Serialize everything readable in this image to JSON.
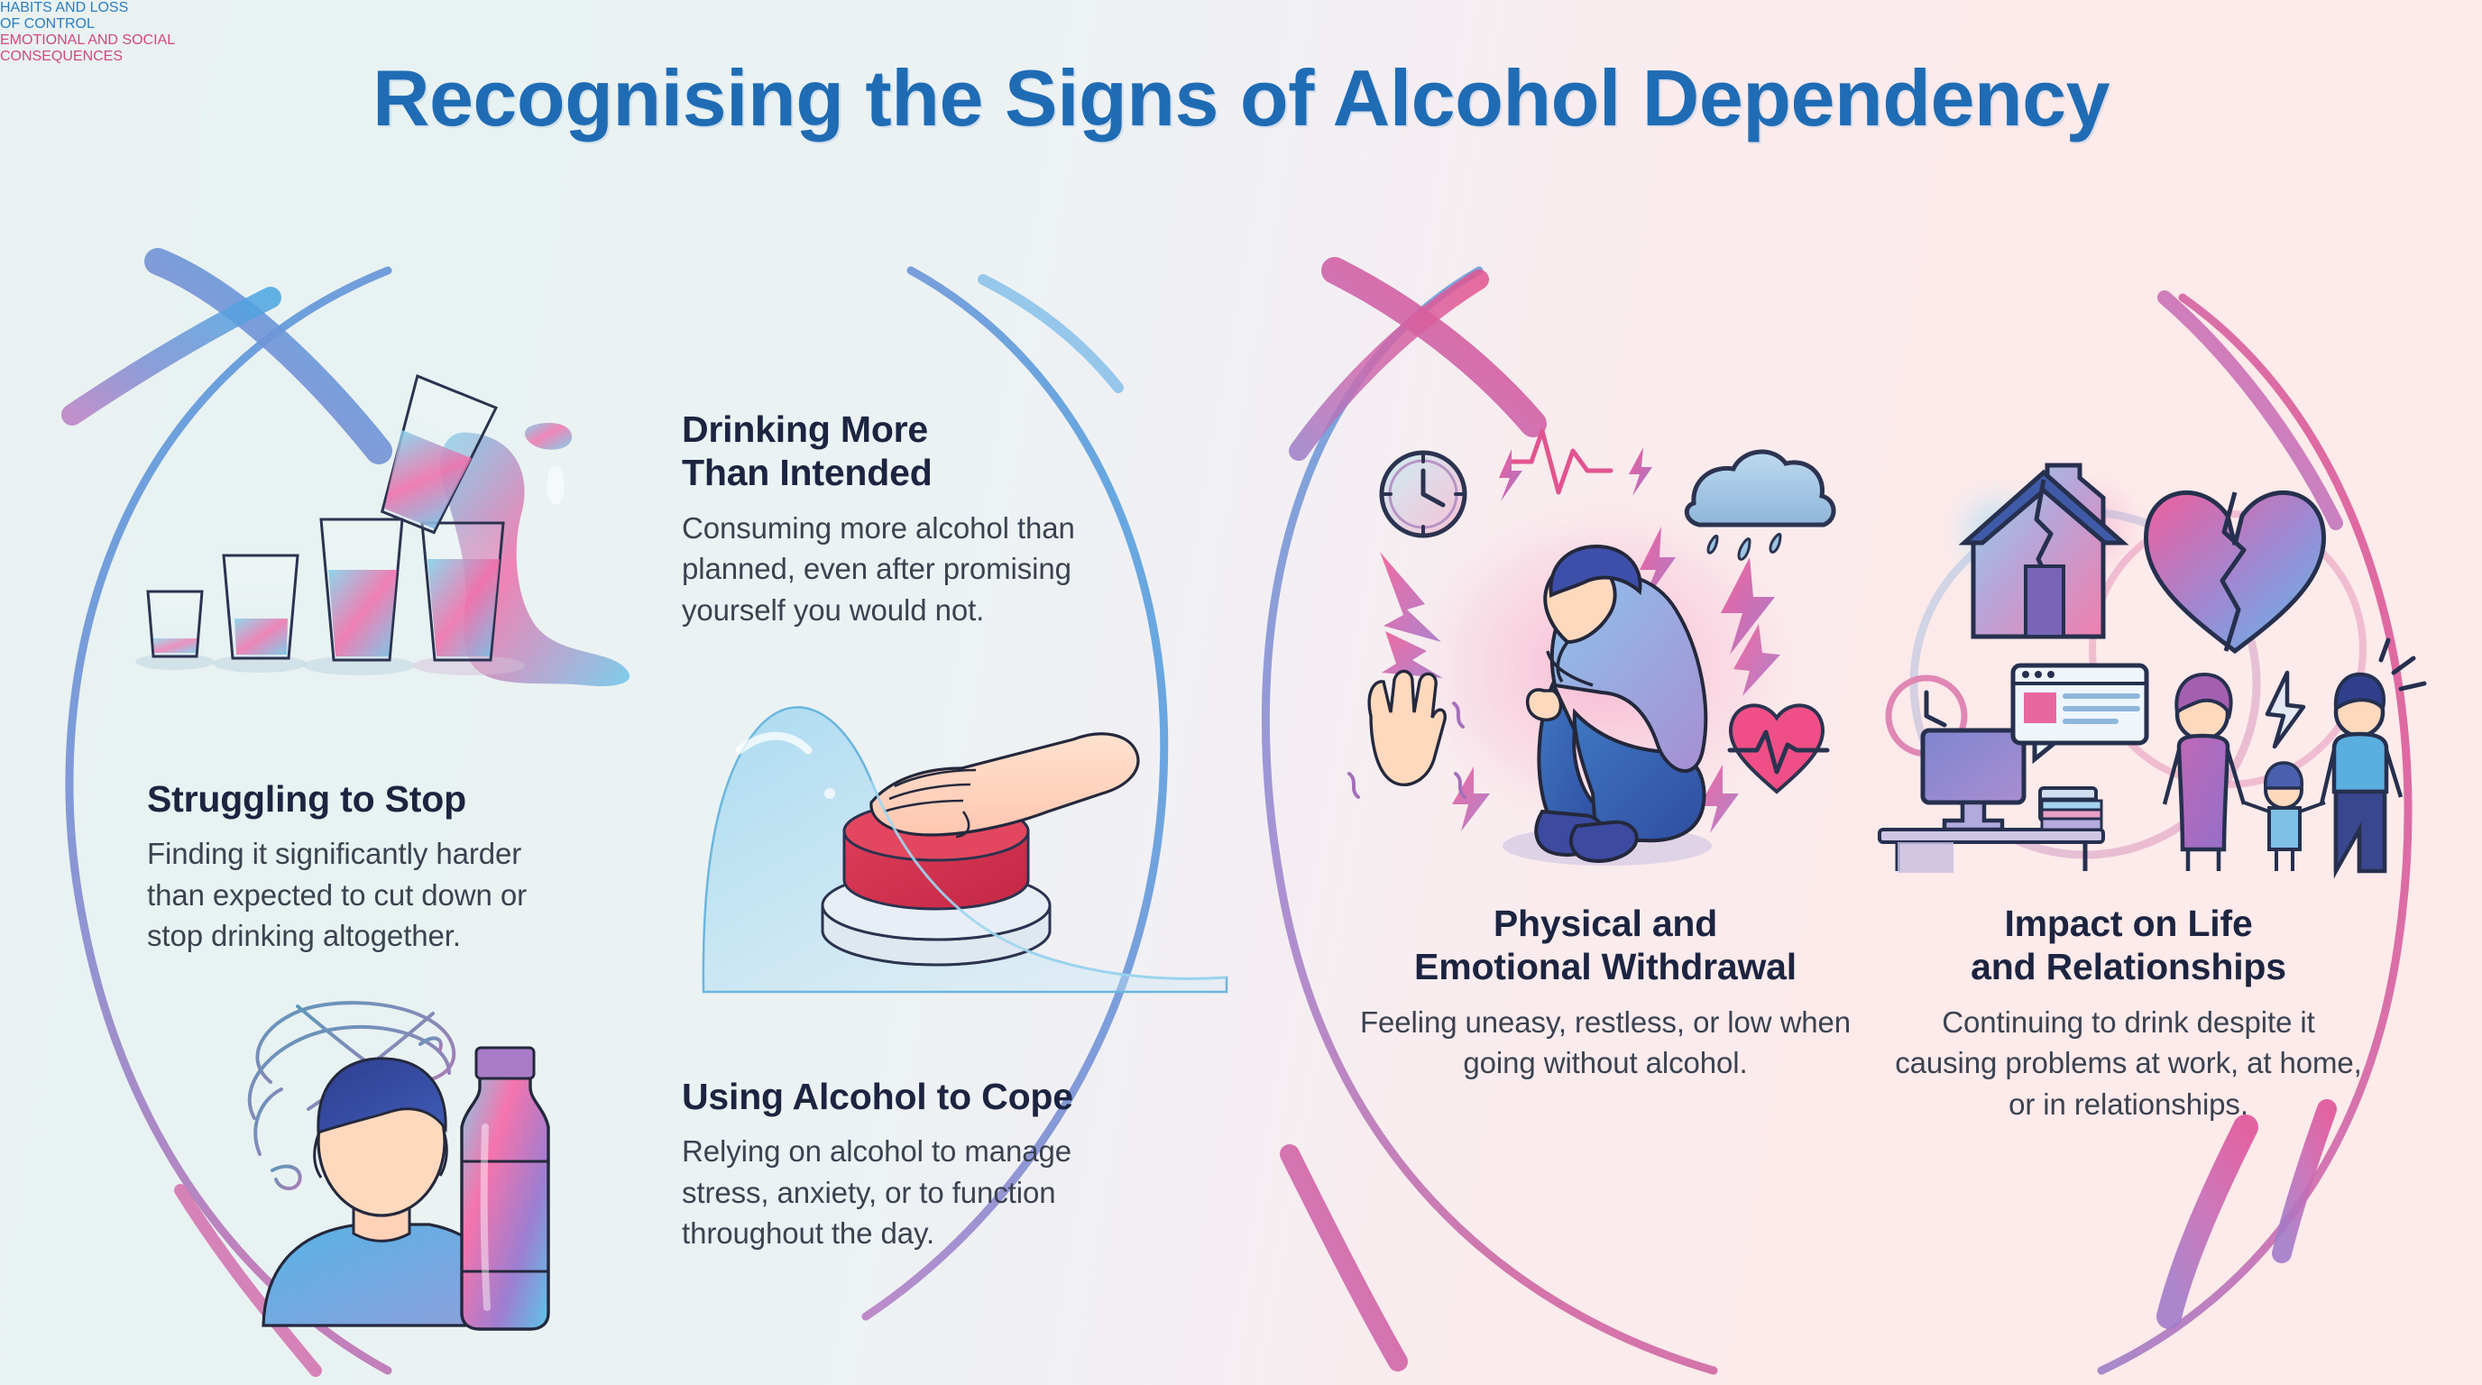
{
  "title": "Recognising the Signs of Alcohol Dependency",
  "colors": {
    "title": "#1f6cb5",
    "left_heading": "#2c7cc0",
    "right_heading": "#cf4881",
    "body_heading": "#1c2440",
    "body_text": "#3b4250",
    "bg_left": "#e9f2f1",
    "bg_right": "#fdeaea",
    "accent_blue": "#5aa9e0",
    "accent_pink": "#e35a94",
    "accent_purple": "#a878c4",
    "button_red": "#d9344f"
  },
  "sections": [
    {
      "id": "left",
      "heading_line1": "HABITS AND LOSS",
      "heading_line2": "OF CONTROL",
      "items": [
        {
          "id": "drinking-more",
          "title_line1": "Drinking More",
          "title_line2": "Than Intended",
          "body": "Consuming more alcohol than planned, even after promising yourself you would not.",
          "illustration": "stacked-glasses-overflowing"
        },
        {
          "id": "struggling",
          "title_line1": "Struggling to Stop",
          "title_line2": "",
          "body": "Finding it significantly harder than expected to cut down or stop drinking altogether.",
          "illustration": "hand-over-red-stop-button"
        },
        {
          "id": "using-cope",
          "title_line1": "Using Alcohol to Cope",
          "title_line2": "",
          "body": "Relying on alcohol to manage stress, anxiety, or to function throughout the day.",
          "illustration": "person-with-bottle-and-scribbles"
        }
      ]
    },
    {
      "id": "right",
      "heading_line1": "EMOTIONAL AND SOCIAL",
      "heading_line2": "CONSEQUENCES",
      "items": [
        {
          "id": "withdrawal",
          "title_line1": "Physical and",
          "title_line2": "Emotional Withdrawal",
          "body": "Feeling uneasy, restless, or low when going without alcohol.",
          "illustration": "crouching-person-with-clock-ecg-cloud-lightning-trembling-hand-heartbeat"
        },
        {
          "id": "impact",
          "title_line1": "Impact on Life",
          "title_line2": "and Relationships",
          "body": "Continuing to drink despite it causing problems at work, at home, or in relationships.",
          "illustration": "cracked-house-broken-heart-desk-chat-family-conflict"
        }
      ]
    }
  ],
  "icons": {
    "clock": "clock-icon",
    "rain_cloud": "rain-cloud-icon",
    "ecg_line": "ecg-line-icon",
    "lightning": "lightning-bolt-icon",
    "trembling_hand": "trembling-hand-icon",
    "heartbeat": "heartbeat-icon",
    "cracked_house": "cracked-house-icon",
    "broken_heart": "broken-heart-icon",
    "desk_monitor": "desk-monitor-icon",
    "chat_window": "chat-window-icon",
    "family": "family-group-icon",
    "books": "books-stack-icon",
    "bottle": "alcohol-bottle-icon",
    "glasses": "drinking-glasses-icon",
    "stop_button": "red-stop-button-icon",
    "hand": "open-hand-icon"
  }
}
